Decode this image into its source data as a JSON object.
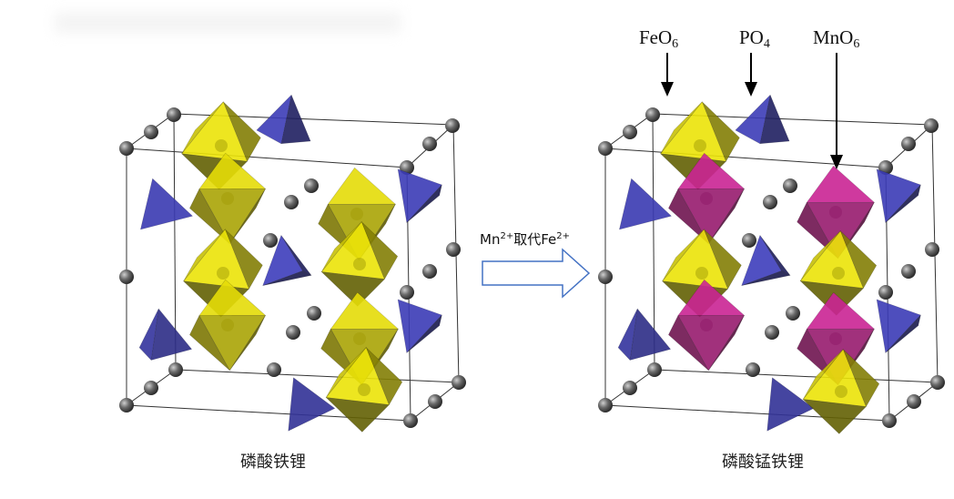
{
  "labels": {
    "feo6": {
      "base": "FeO",
      "sub": "6"
    },
    "po4": {
      "base": "PO",
      "sub": "4"
    },
    "mno6": {
      "base": "MnO",
      "sub": "6"
    }
  },
  "substitution": {
    "ion1": "Mn",
    "charge1": "2+",
    "verb": "取代",
    "ion2": "Fe",
    "charge2": "2+"
  },
  "captions": {
    "left": "磷酸铁锂",
    "right": "磷酸锰铁锂"
  },
  "colors": {
    "feo6": "#e6de08",
    "mno6": "#cc2494",
    "po4": "#3c3cb8",
    "frame": "#333333",
    "arrow_outline": "#4472c4",
    "label_arrow": "#000000"
  }
}
